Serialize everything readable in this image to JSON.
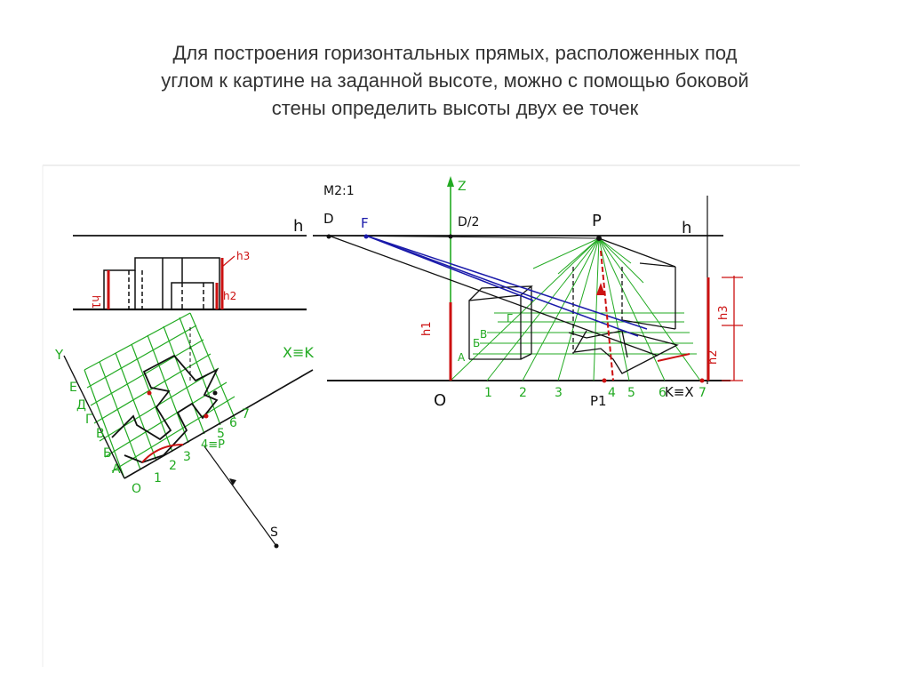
{
  "slide": {
    "title_lines": [
      "Для построения горизонтальных прямых, расположенных под",
      "углом к картине на заданной высоте, можно с помощью боковой",
      "стены определить высоты двух ее точек"
    ]
  },
  "drawing": {
    "scale": "M2:1",
    "labels": {
      "h_left": "h",
      "h_right": "h",
      "h1": "h1",
      "h2": "h2",
      "h3": "h3",
      "z": "Z",
      "x_k": "X≡K",
      "y": "Y",
      "s": "S",
      "d": "D",
      "f": "F",
      "d2": "D/2",
      "p": "P",
      "p1": "P1",
      "o": "O",
      "k_x": "K≡X",
      "four_p": "4≡P"
    },
    "plan_left_letters": [
      "Е",
      "Д",
      "Г",
      "В",
      "Б",
      "А"
    ],
    "plan_numbers": [
      "O",
      "1",
      "2",
      "3",
      "4",
      "5",
      "6",
      "7"
    ],
    "persp_numbers": [
      "1",
      "2",
      "3",
      "5",
      "6",
      "7"
    ],
    "persp_p1_num": "4",
    "persp_letters": [
      "A",
      "Б",
      "В",
      "Г"
    ],
    "colors": {
      "grid_green": "#22aa22",
      "accent_red": "#cc1111",
      "line_blue": "#1a1aaa",
      "ink": "#111111",
      "title": "#333333"
    }
  }
}
